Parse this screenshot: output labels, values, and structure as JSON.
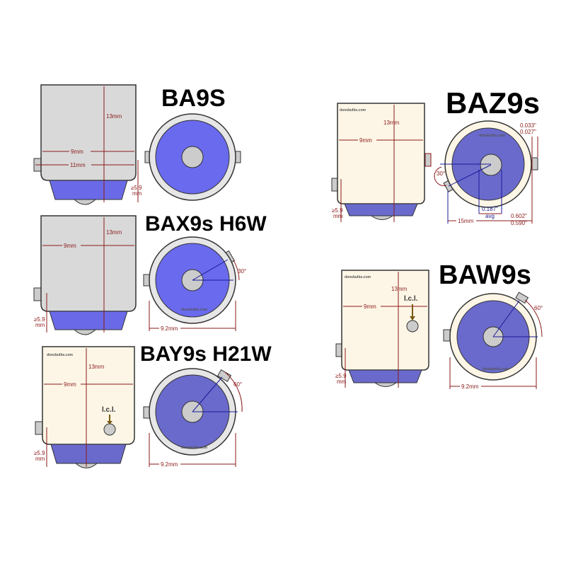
{
  "colors": {
    "shell_gray": "#d9d9d9",
    "shell_cream": "#fdf6e6",
    "base_purple": "#6a6ae8",
    "face_purple": "#6a6acc",
    "dimension": "#8b1a1a"
  },
  "ba9s": {
    "title": "BA9S",
    "height": "13mm",
    "width": "9mm",
    "pin_span": "11mm",
    "pin_height": "≥5.9",
    "pin_height_unit": "mm"
  },
  "bax9s": {
    "title": "BAX9s H6W",
    "height": "13mm",
    "width": "9mm",
    "pin_height": "≥5.9",
    "pin_height_unit": "mm",
    "angle": "30°",
    "face_width": "9.2mm",
    "brand": "donsbulbs.com"
  },
  "bay9s": {
    "title": "BAY9s H21W",
    "height": "13mm",
    "width": "9mm",
    "pin_height": "≥5.9",
    "pin_height_unit": "mm",
    "angle": "60°",
    "face_width": "9.2mm",
    "lcl": "l.c.l.",
    "brand": "donsbulbs.com"
  },
  "baz9s": {
    "title": "BAZ9s",
    "height": "13mm",
    "width": "9mm",
    "pin_height": "≥5.9",
    "pin_height_unit": "mm",
    "angle": "30°",
    "pin_top": "0.033\"",
    "pin_bottom": "0.027\"",
    "contact": "0.187\"",
    "contact_note": "avg",
    "span": "15mm",
    "span_top": "0.602\"",
    "span_bottom": "0.590\"",
    "brand": "donsbulbs.com"
  },
  "baw9s": {
    "title": "BAW9s",
    "height": "13mm",
    "width": "9mm",
    "pin_height": "≥5.9",
    "pin_height_unit": "mm",
    "angle": "60°",
    "face_width": "9.2mm",
    "lcl": "l.c.l.",
    "brand": "donsbulbs.com"
  }
}
